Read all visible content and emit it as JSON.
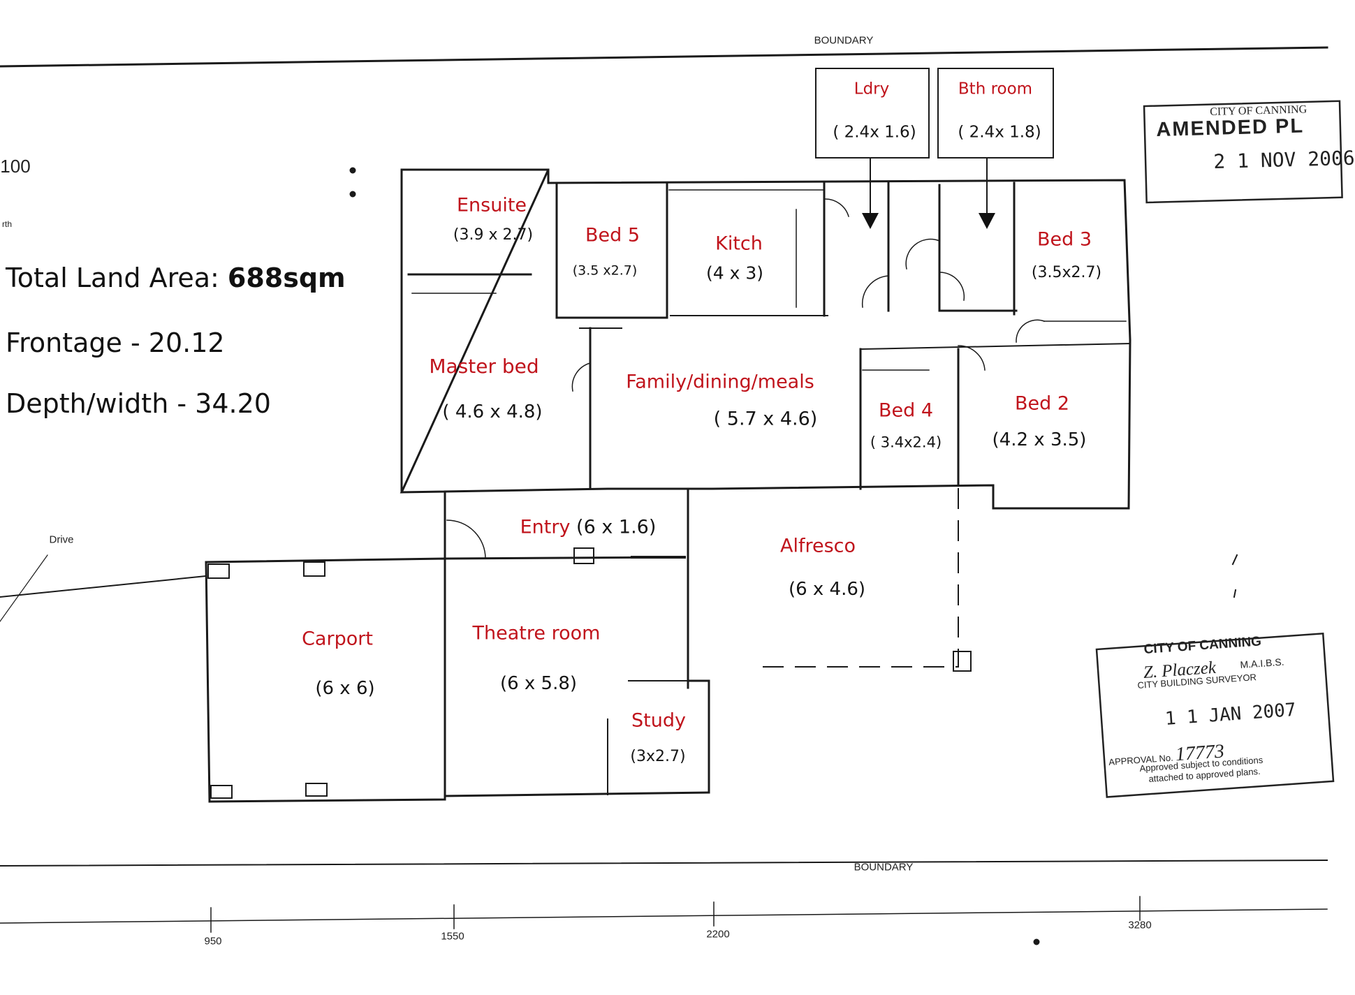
{
  "site": {
    "boundary_top": "BOUNDARY",
    "boundary_bottom": "BOUNDARY",
    "scale_fragment": "100",
    "north_fragment": "rth",
    "drive_label": "Drive",
    "ruler_ticks": [
      "950",
      "1550",
      "2200",
      "3280"
    ]
  },
  "land": {
    "area_label": "Total Land Area: ",
    "area_value": "688sqm",
    "frontage": "Frontage - 20.12",
    "depth": "Depth/width - 34.20"
  },
  "rooms": {
    "ldry": {
      "name": "Ldry",
      "dims": "( 2.4x 1.6)"
    },
    "bath": {
      "name": "Bth room",
      "dims": "( 2.4x 1.8)"
    },
    "ensuite": {
      "name": "Ensuite",
      "dims": "(3.9 x 2.7)"
    },
    "bed5": {
      "name": "Bed 5",
      "dims": "(3.5 x2.7)"
    },
    "kitch": {
      "name": "Kitch",
      "dims": "(4 x 3)"
    },
    "bed3": {
      "name": "Bed 3",
      "dims": "(3.5x2.7)"
    },
    "master": {
      "name": "Master bed",
      "dims": "( 4.6 x 4.8)"
    },
    "family": {
      "name": "Family/dining/meals",
      "dims": "( 5.7 x 4.6)"
    },
    "bed4": {
      "name": "Bed 4",
      "dims": "( 3.4x2.4)"
    },
    "bed2": {
      "name": "Bed 2",
      "dims": "(4.2 x 3.5)"
    },
    "entry": {
      "name": "Entry",
      "dims": "(6 x 1.6)"
    },
    "alfresco": {
      "name": "Alfresco",
      "dims": "(6 x 4.6)"
    },
    "carport": {
      "name": "Carport",
      "dims": "(6 x 6)"
    },
    "theatre": {
      "name": "Theatre room",
      "dims": "(6 x 5.8)"
    },
    "study": {
      "name": "Study",
      "dims": "(3x2.7)"
    }
  },
  "stamp_amended": {
    "line1": "CITY OF CANNING",
    "line2": "AMENDED PL",
    "line3": "2 1 NOV 2006"
  },
  "stamp_approval": {
    "line1": "CITY OF CANNING",
    "line2": "Z. Placzek",
    "line2b": "M.A.I.B.S.",
    "line3": "CITY BUILDING SURVEYOR",
    "line4": "1 1 JAN 2007",
    "line5_label": "APPROVAL No.",
    "line5_value": "17773",
    "line6": "Approved subject to conditions",
    "line7": "attached to approved plans."
  },
  "colors": {
    "room_label": "#c0141c",
    "lines": "#1a1a1a"
  }
}
